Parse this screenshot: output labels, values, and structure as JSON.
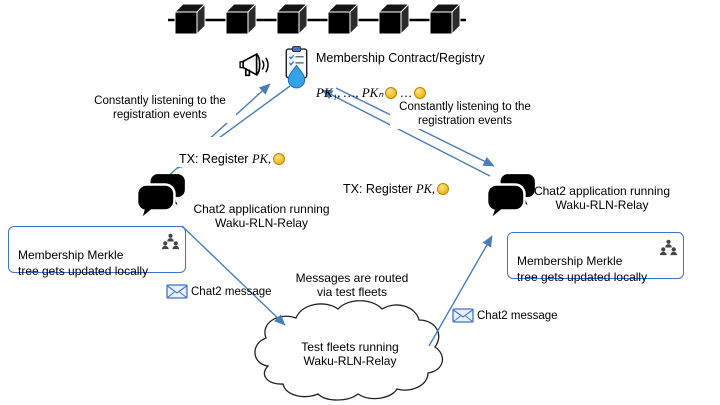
{
  "contract": {
    "title": "Membership Contract/Registry",
    "keys": "PK₁, …, PKₙ",
    "ellipsis": "…"
  },
  "labels": {
    "listening_left": "Constantly listening to the\nregistration events",
    "listening_right": "Constantly listening to the\nregistration events",
    "tx_prefix_left": "TX: Register ",
    "tx_pk_left": "PK,",
    "tx_prefix_right": "TX: Register ",
    "tx_pk_right": "PK,",
    "chat_app_left": "Chat2 application running\nWaku-RLN-Relay",
    "chat_app_right": "Chat2 application running\nWaku-RLN-Relay",
    "merkle_left": "Membership Merkle\ntree gets updated locally",
    "merkle_right": "Membership Merkle\ntree gets updated locally",
    "chat2_message_left": "Chat2 message",
    "chat2_message_right": "Chat2 message",
    "routed": "Messages are routed\nvia test fleets",
    "test_fleets": "Test fleets running\nWaku-RLN-Relay"
  },
  "icons": {
    "blockchain": "chain-of-black-cubes",
    "megaphone": "announcement-horn",
    "clipboard": "registry-clipboard-with-drop",
    "chat_bubbles": "black-speech-bubbles",
    "members_tree": "people-org-icon",
    "envelope": "blue-envelope",
    "coin": "gold-coin",
    "cloud": "network-cloud"
  },
  "colors": {
    "arrow": "#4a7ebb",
    "box_border": "#4472c4",
    "coin": "#edb80e"
  }
}
